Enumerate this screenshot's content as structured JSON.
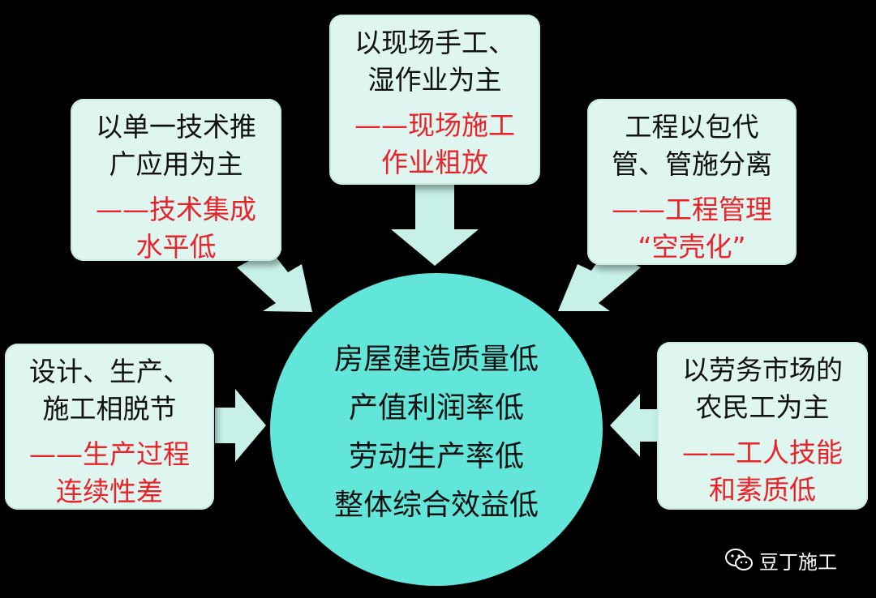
{
  "boxes": {
    "top_left": {
      "lines": [
        "以单一技术推",
        "广应用为主"
      ],
      "red_lines": [
        "——技术集成",
        "水平低"
      ]
    },
    "top": {
      "lines": [
        "以现场手工、",
        "湿作业为主"
      ],
      "red_lines": [
        "——现场施工",
        "作业粗放"
      ]
    },
    "top_right": {
      "lines": [
        "工程以包代",
        "管、管施分离"
      ],
      "red_lines": [
        "——工程管理",
        "“空壳化”"
      ]
    },
    "left": {
      "lines": [
        "设计、生产、",
        "施工相脱节"
      ],
      "red_lines": [
        "——生产过程",
        "连续性差"
      ]
    },
    "right": {
      "lines": [
        "以劳务市场的",
        "农民工为主"
      ],
      "red_lines": [
        "——工人技能",
        "和素质低"
      ]
    }
  },
  "center": {
    "lines": [
      "房屋建造质量低",
      "产值利润率低",
      "劳动生产率低",
      "整体综合效益低"
    ]
  },
  "watermark": {
    "text": "豆丁施工",
    "icon": "wechat-icon"
  },
  "colors": {
    "background": "#000000",
    "box": "#dff5f0",
    "circle": "#62e6d9",
    "arrow": "#c6f0e8",
    "accent": "#e8232a"
  }
}
